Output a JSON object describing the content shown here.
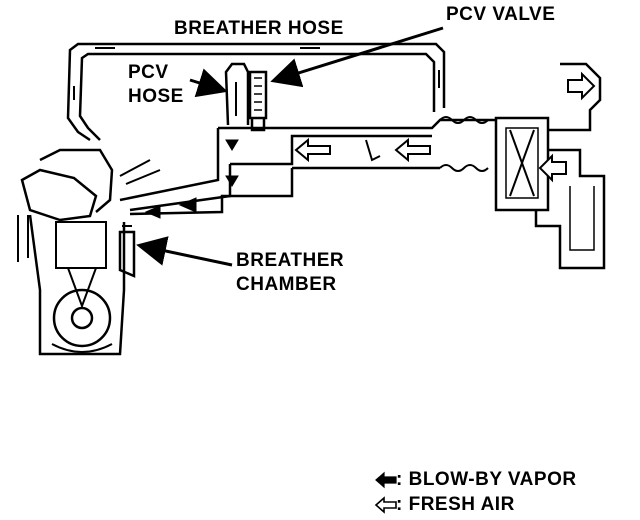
{
  "labels": {
    "breather_hose": "BREATHER HOSE",
    "pcv_valve": "PCV VALVE",
    "pcv_hose_line1": "PCV",
    "pcv_hose_line2": "HOSE",
    "breather_chamber_line1": "BREATHER",
    "breather_chamber_line2": "CHAMBER"
  },
  "legend": {
    "blow_by_vapor": ": BLOW-BY VAPOR",
    "fresh_air": ": FRESH AIR"
  },
  "colors": {
    "ink": "#000000",
    "background": "#ffffff"
  }
}
